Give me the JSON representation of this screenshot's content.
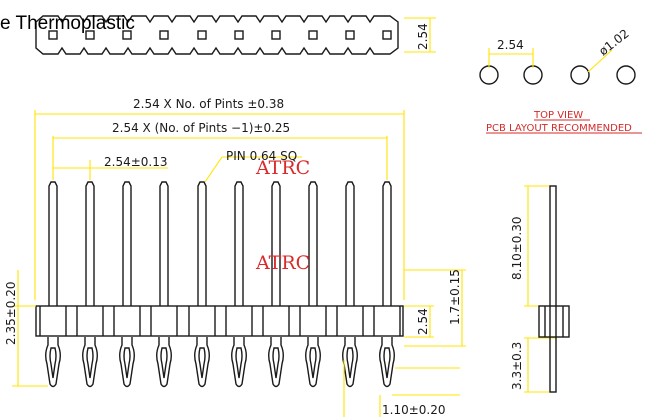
{
  "header": {
    "title": "e Thermoplastic"
  },
  "top_strip": {
    "pitch_label": "2.54"
  },
  "top_view": {
    "pitch_label": "2.54",
    "hole_label": "ø1.02",
    "caption_line1": "TOP VIEW",
    "caption_line2": "PCB LAYOUT RECOMMENDED"
  },
  "front_view": {
    "overall_label": "2.54 X No. of Pints ±0.38",
    "span_label": "2.54 X (No. of Pints −1)±0.25",
    "pitch_label": "2.54±0.13",
    "pin_label": "PIN 0.64 SQ",
    "left_height_label": "2.35±0.20",
    "housing_height_label": "2.54",
    "upper_pin_label": "1.7±0.15",
    "bottom_label": "1.10±0.20"
  },
  "side_view": {
    "upper_label": "8.10±0.30",
    "lower_label": "3.3±0.3"
  },
  "watermarks": {
    "text1": "ATRC",
    "text2": "ATRC"
  }
}
